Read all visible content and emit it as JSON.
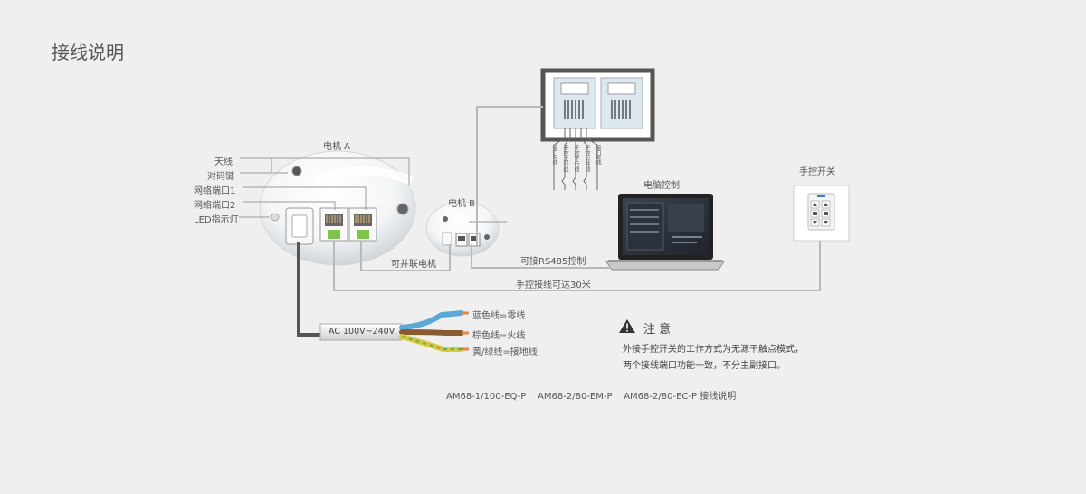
{
  "title": "接线说明",
  "motor_a": {
    "label": "电机 A",
    "parts": [
      "天线",
      "对码键",
      "网络端口1",
      "网络端口2",
      "LED指示灯"
    ]
  },
  "motor_b": {
    "label": "电机 B"
  },
  "computer_label": "电脑控制",
  "switch_label": "手控开关",
  "connection_labels": {
    "parallel": "可并联电机",
    "rs485": "可接RS485控制",
    "distance": "手控接线可达30米"
  },
  "rj_pins": [
    "接口A线",
    "手控上行线",
    "手控下行线",
    "手控公共线",
    "接口B线"
  ],
  "power": {
    "cable": "AC 100V~240V",
    "wires": [
      "蓝色线=零线",
      "棕色线=火线",
      "黄/绿线=接地线"
    ]
  },
  "note": {
    "heading": "注 意",
    "lines": [
      "外接手控开关的工作方式为无源干触点模式，",
      "两个接线端口功能一致，不分主副接口。"
    ]
  },
  "models": "AM68-1/100-EQ-P    AM68-2/80-EM-P    AM68-2/80-EC-P 接线说明",
  "colors": {
    "background": "#efefef",
    "wire_gray": "#b9b9b9",
    "power_dark": "#555555",
    "neutral_blue": "#5aa9d6",
    "live_brown": "#8a5a33",
    "ground_yellow": "#d9c83a",
    "copper": "#d98a4a"
  }
}
